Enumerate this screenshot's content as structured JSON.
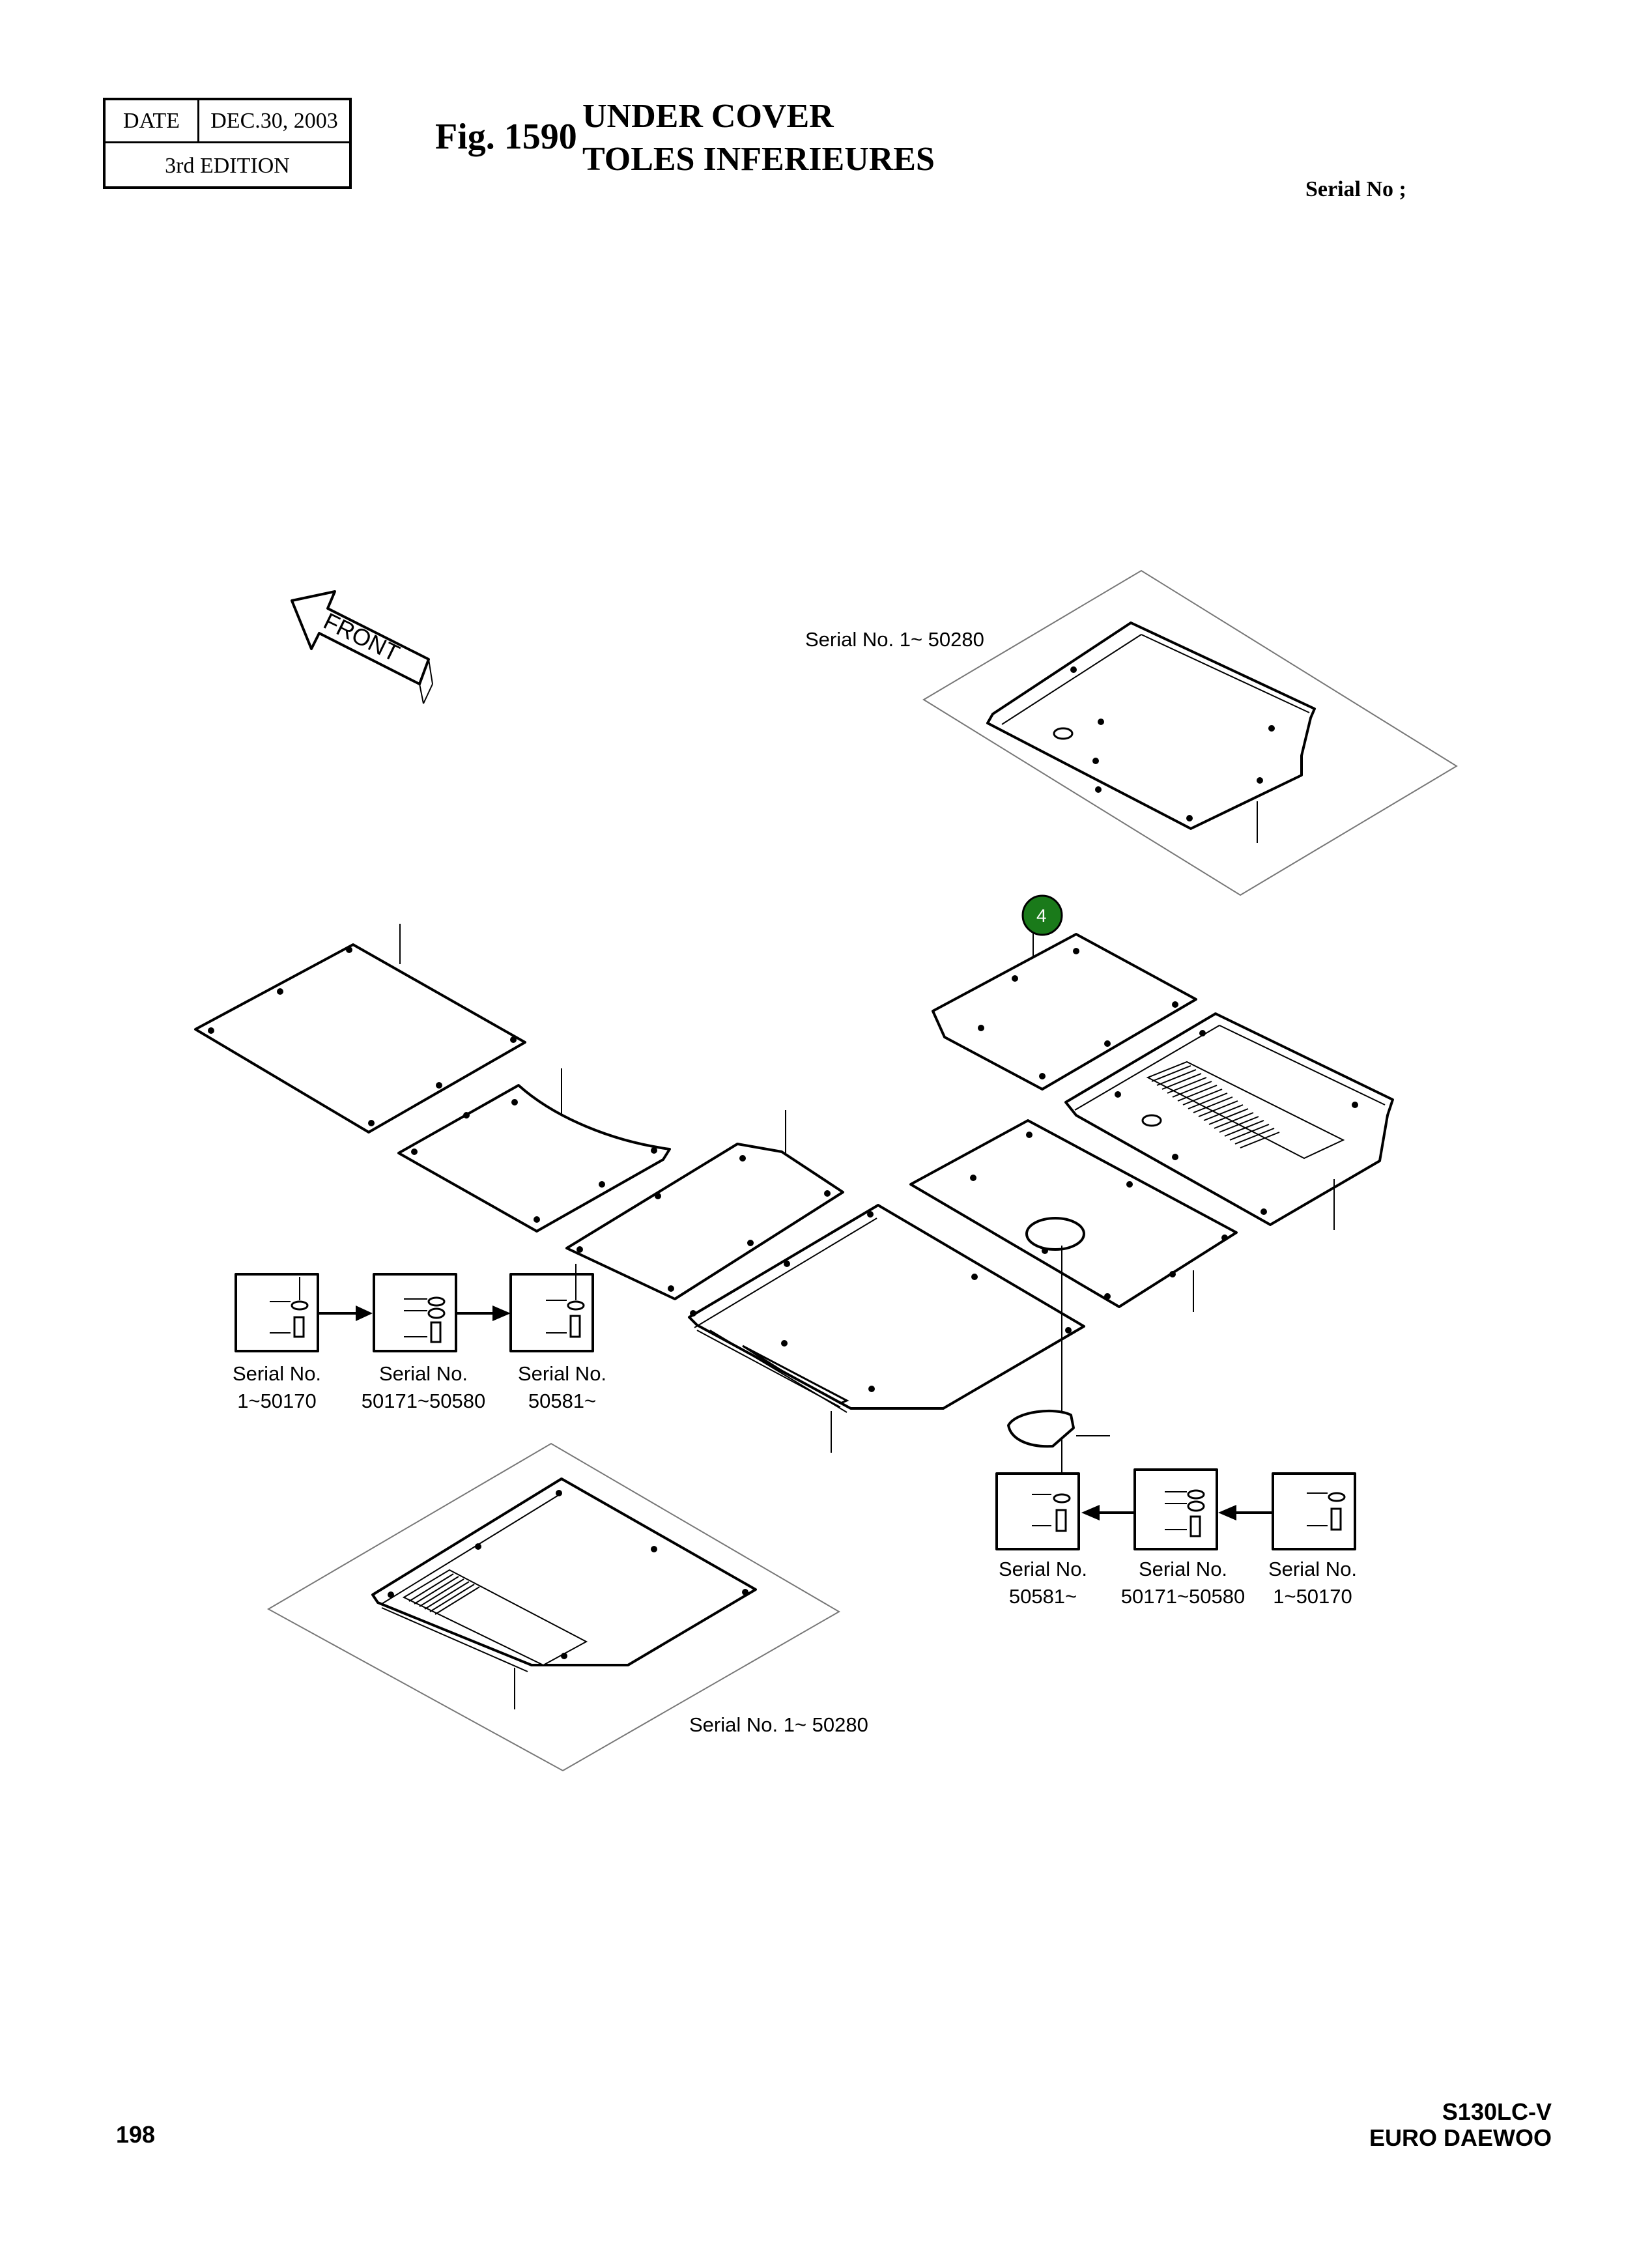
{
  "header": {
    "date_label": "DATE",
    "date_value": "DEC.30, 2003",
    "edition": "3rd EDITION",
    "fig_number": "Fig. 1590",
    "title_en": "UNDER COVER",
    "title_fr": "TOLES INFERIEURES",
    "serial_heading": "Serial No ;"
  },
  "diagram": {
    "front_label": "FRONT",
    "callout_number": "4",
    "callout_color": "#1a7a1a",
    "inset_top_label": "Serial No. 1~ 50280",
    "inset_bottom_label": "Serial No. 1~ 50280",
    "fastener_left": [
      {
        "line1": "Serial No.",
        "line2": "1~50170"
      },
      {
        "line1": "Serial No.",
        "line2": "50171~50580"
      },
      {
        "line1": "Serial No.",
        "line2": "50581~"
      }
    ],
    "fastener_right": [
      {
        "line1": "Serial No.",
        "line2": "50581~"
      },
      {
        "line1": "Serial No.",
        "line2": "50171~50580"
      },
      {
        "line1": "Serial No.",
        "line2": "1~50170"
      }
    ]
  },
  "footer": {
    "page_number": "198",
    "model": "S130LC-V",
    "brand": "EURO DAEWOO"
  }
}
